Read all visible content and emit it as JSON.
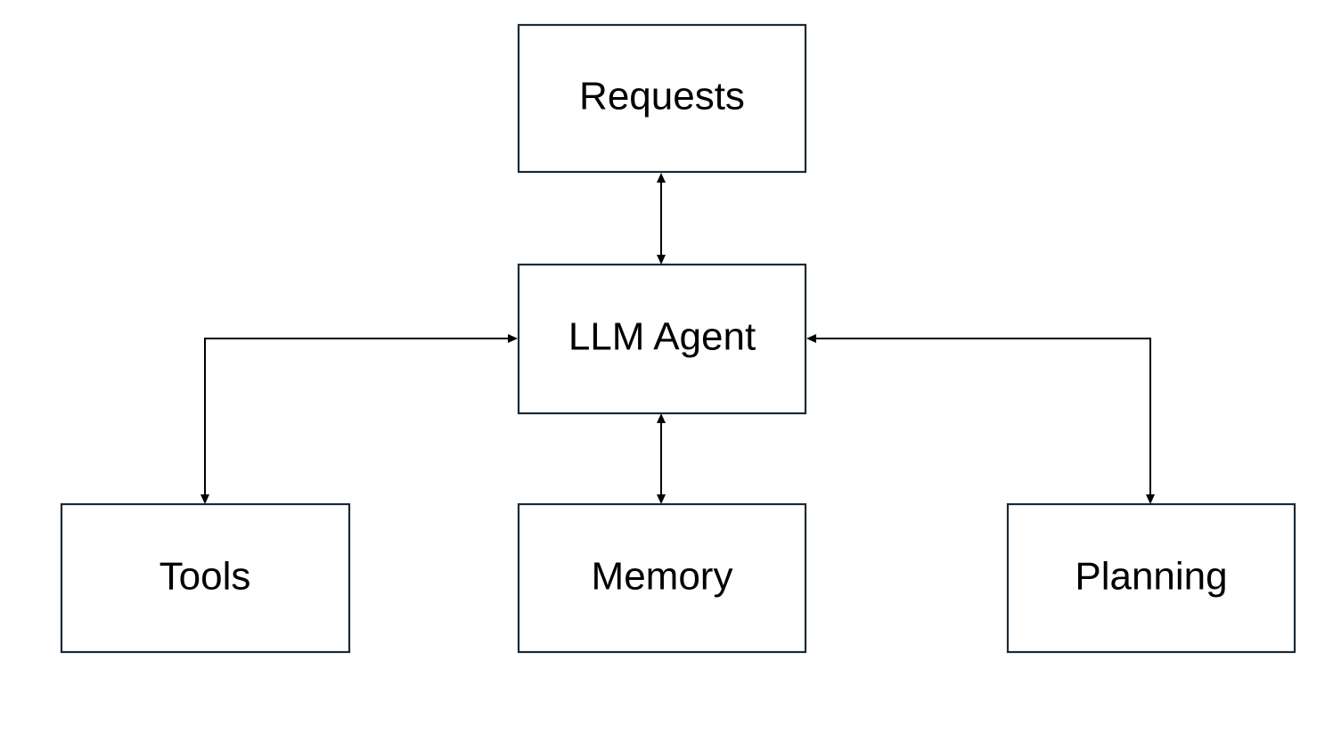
{
  "diagram": {
    "nodes": [
      {
        "id": "requests",
        "label": "Requests"
      },
      {
        "id": "agent",
        "label": "LLM Agent"
      },
      {
        "id": "tools",
        "label": "Tools"
      },
      {
        "id": "memory",
        "label": "Memory"
      },
      {
        "id": "planning",
        "label": "Planning"
      }
    ],
    "edges": [
      {
        "from": "requests",
        "to": "agent",
        "direction": "both"
      },
      {
        "from": "agent",
        "to": "tools",
        "direction": "both"
      },
      {
        "from": "agent",
        "to": "memory",
        "direction": "both"
      },
      {
        "from": "agent",
        "to": "planning",
        "direction": "both"
      }
    ],
    "colors": {
      "box_border": "#1b2a36",
      "arrow": "#000000",
      "text": "#000000",
      "background": "#ffffff"
    }
  }
}
